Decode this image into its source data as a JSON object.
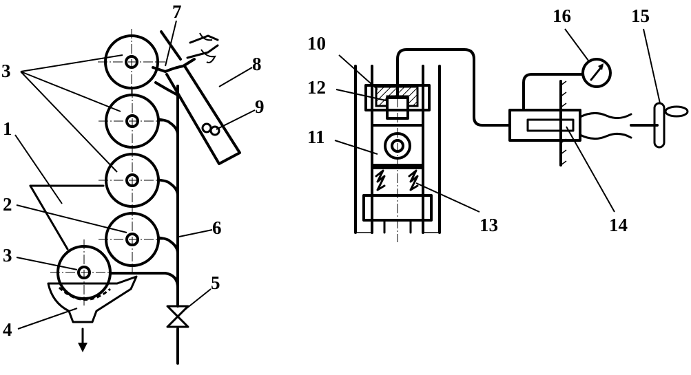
{
  "labels": {
    "l1": "1",
    "l2": "2",
    "l3a": "3",
    "l3b": "3",
    "l4": "4",
    "l5": "5",
    "l6": "6",
    "l7": "7",
    "l8": "8",
    "l9": "9",
    "l10": "10",
    "l11": "11",
    "l12": "12",
    "l13": "13",
    "l14": "14",
    "l15": "15",
    "l16": "16"
  }
}
